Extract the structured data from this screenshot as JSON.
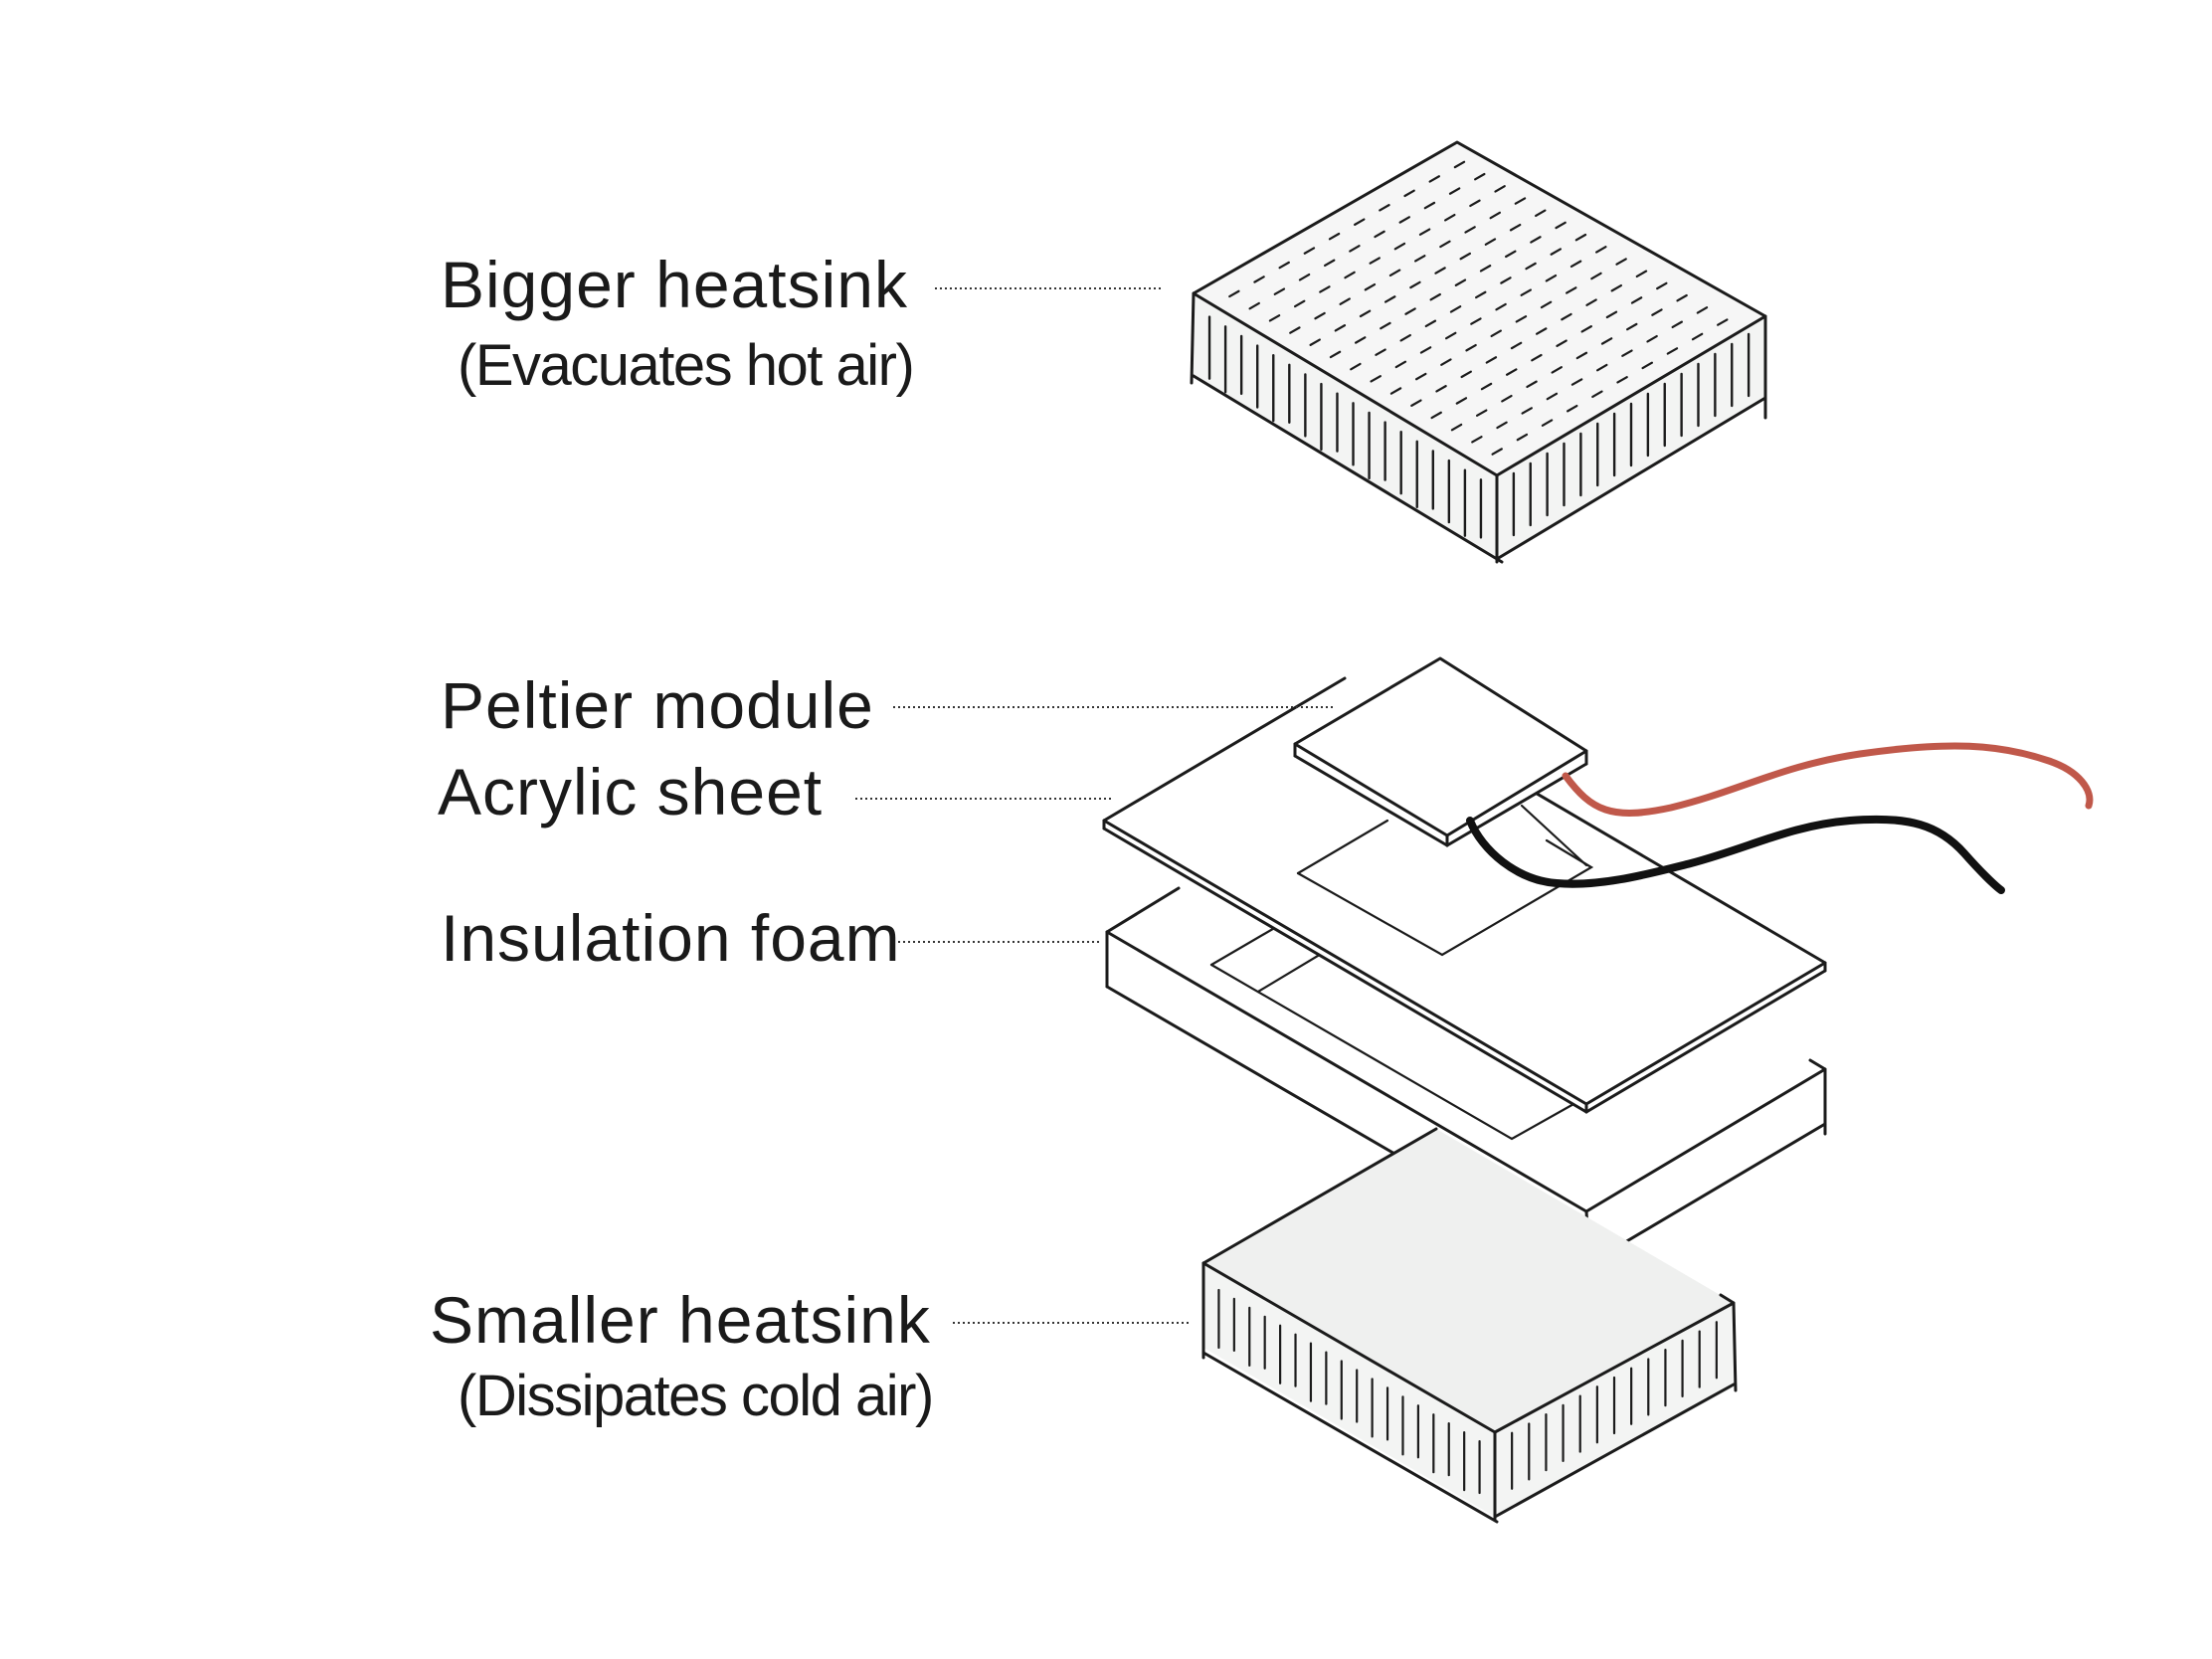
{
  "labels": {
    "bigger_heatsink": "Bigger heatsink",
    "bigger_heatsink_note": "(Evacuates hot air)",
    "peltier_module": "Peltier module",
    "acrylic_sheet": "Acrylic sheet",
    "insulation_foam": "Insulation foam",
    "smaller_heatsink": "Smaller heatsink",
    "smaller_heatsink_note": "(Dissipates cold air)"
  },
  "colors": {
    "red_wire": "#c0584a",
    "black_wire": "#111111",
    "line": "#1b1b1b"
  }
}
